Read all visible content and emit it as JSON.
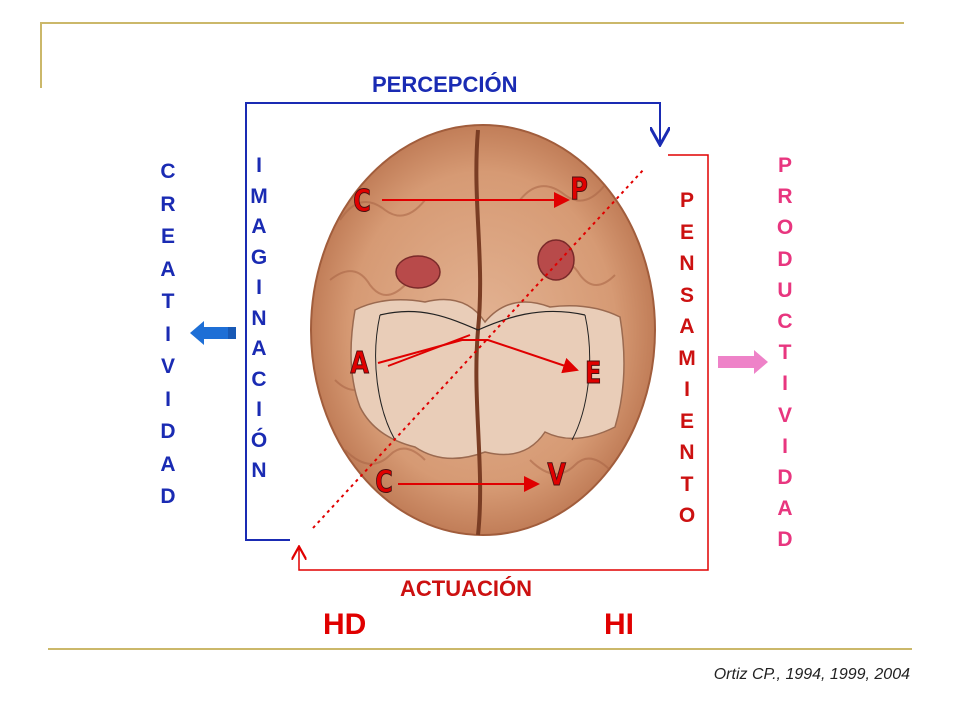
{
  "labels": {
    "top": "PERCEPCIÓN",
    "bottom": "ACTUACIÓN",
    "left_hemisphere": "HD",
    "right_hemisphere": "HI",
    "citation": "Ortiz CP., 1994, 1999, 2004"
  },
  "vertical_labels": {
    "creatividad": [
      "C",
      "R",
      "E",
      "A",
      "T",
      "I",
      "V",
      "I",
      "D",
      "A",
      "D"
    ],
    "imaginacion": [
      "I",
      "M",
      "A",
      "G",
      "I",
      "N",
      "A",
      "C",
      "I",
      "Ó",
      "N"
    ],
    "pensamiento": [
      "P",
      "E",
      "N",
      "S",
      "A",
      "M",
      "I",
      "E",
      "N",
      "T",
      "O"
    ],
    "productividad": [
      "P",
      "R",
      "O",
      "D",
      "U",
      "C",
      "T",
      "I",
      "V",
      "I",
      "D",
      "A",
      "D"
    ]
  },
  "brain_letters": {
    "top_left": "C",
    "top_right": "P",
    "mid_left": "A",
    "mid_right": "E",
    "bottom_left": "C",
    "bottom_right": "V"
  },
  "colors": {
    "blue": "#1a2bb3",
    "red": "#e00000",
    "pink": "#e8367f",
    "arrow_blue": "#1e6fd6",
    "arrow_pink": "#ee82c8",
    "deco": "#cbb86a"
  }
}
